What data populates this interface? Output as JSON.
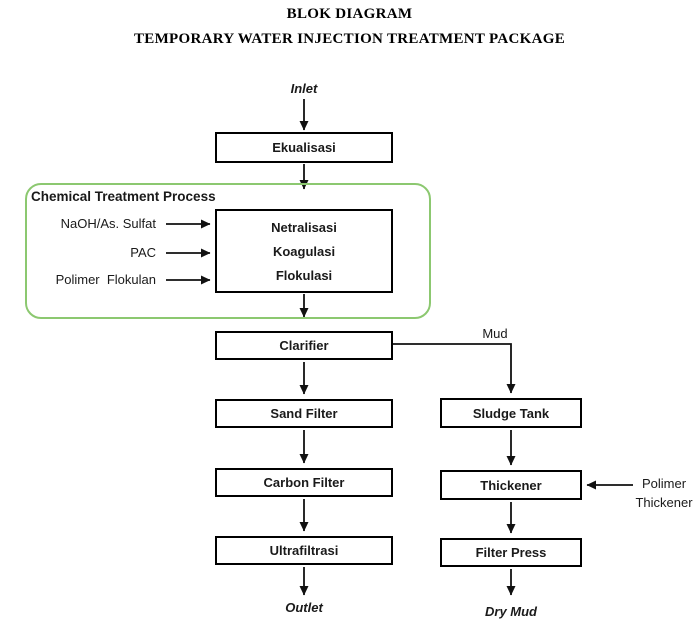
{
  "title": {
    "line1": "BLOK DIAGRAM",
    "line2": "TEMPORARY WATER INJECTION TREATMENT PACKAGE"
  },
  "endpoints": {
    "inlet": "Inlet",
    "outlet": "Outlet",
    "dry_mud": "Dry Mud"
  },
  "main_line": {
    "ekualisasi": "Ekualisasi",
    "clarifier": "Clarifier",
    "sand_filter": "Sand Filter",
    "carbon_filter": "Carbon Filter",
    "ultrafiltrasi": "Ultrafiltrasi"
  },
  "chemical_treatment": {
    "title": "Chemical Treatment Process",
    "inputs": [
      "NaOH/As. Sulfat",
      "PAC",
      "Polimer  Flokulan"
    ],
    "process_steps": [
      "Netralisasi",
      "Koagulasi",
      "Flokulasi"
    ],
    "border_color": "#8CC870"
  },
  "sludge_line": {
    "mud": "Mud",
    "sludge_tank": "Sludge Tank",
    "thickener": "Thickener",
    "filter_press": "Filter Press",
    "thickener_input_line1": "Polimer",
    "thickener_input_line2": "Thickener"
  },
  "colors": {
    "line_color": "#111111"
  }
}
